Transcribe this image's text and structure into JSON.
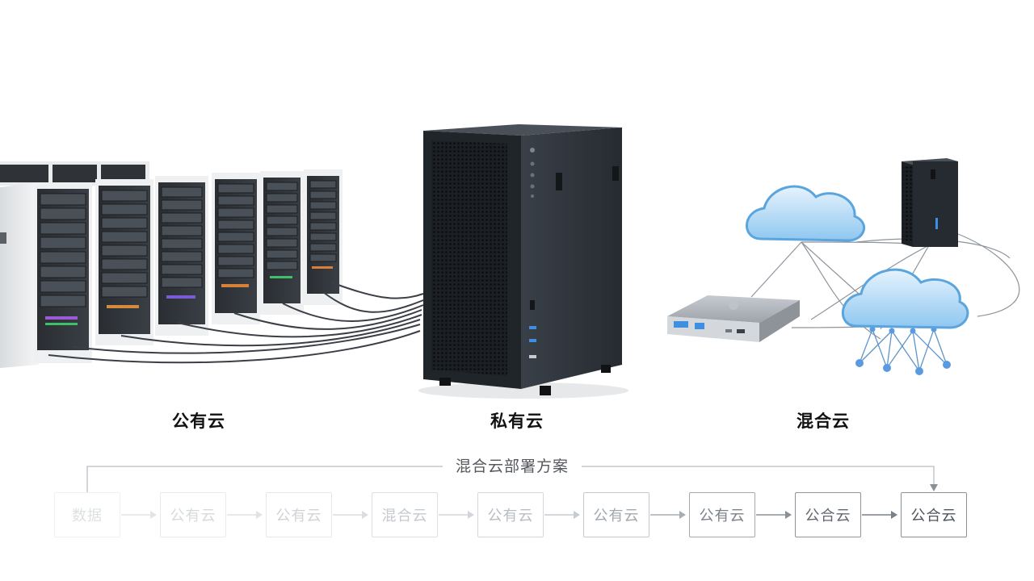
{
  "categories": {
    "public": "公有云",
    "private": "私有云",
    "hybrid": "混合云"
  },
  "flow": {
    "title": "混合云部署方案",
    "steps": [
      "数据",
      "公有云",
      "公有云",
      "混合云",
      "公有云",
      "公有云",
      "公有云",
      "公合云",
      "公合云"
    ]
  },
  "colors": {
    "cloud": "#6fb7ea",
    "private_server": "#2e343b",
    "box_faded": "#e2e6ea",
    "box_strong": "#8b9096"
  }
}
